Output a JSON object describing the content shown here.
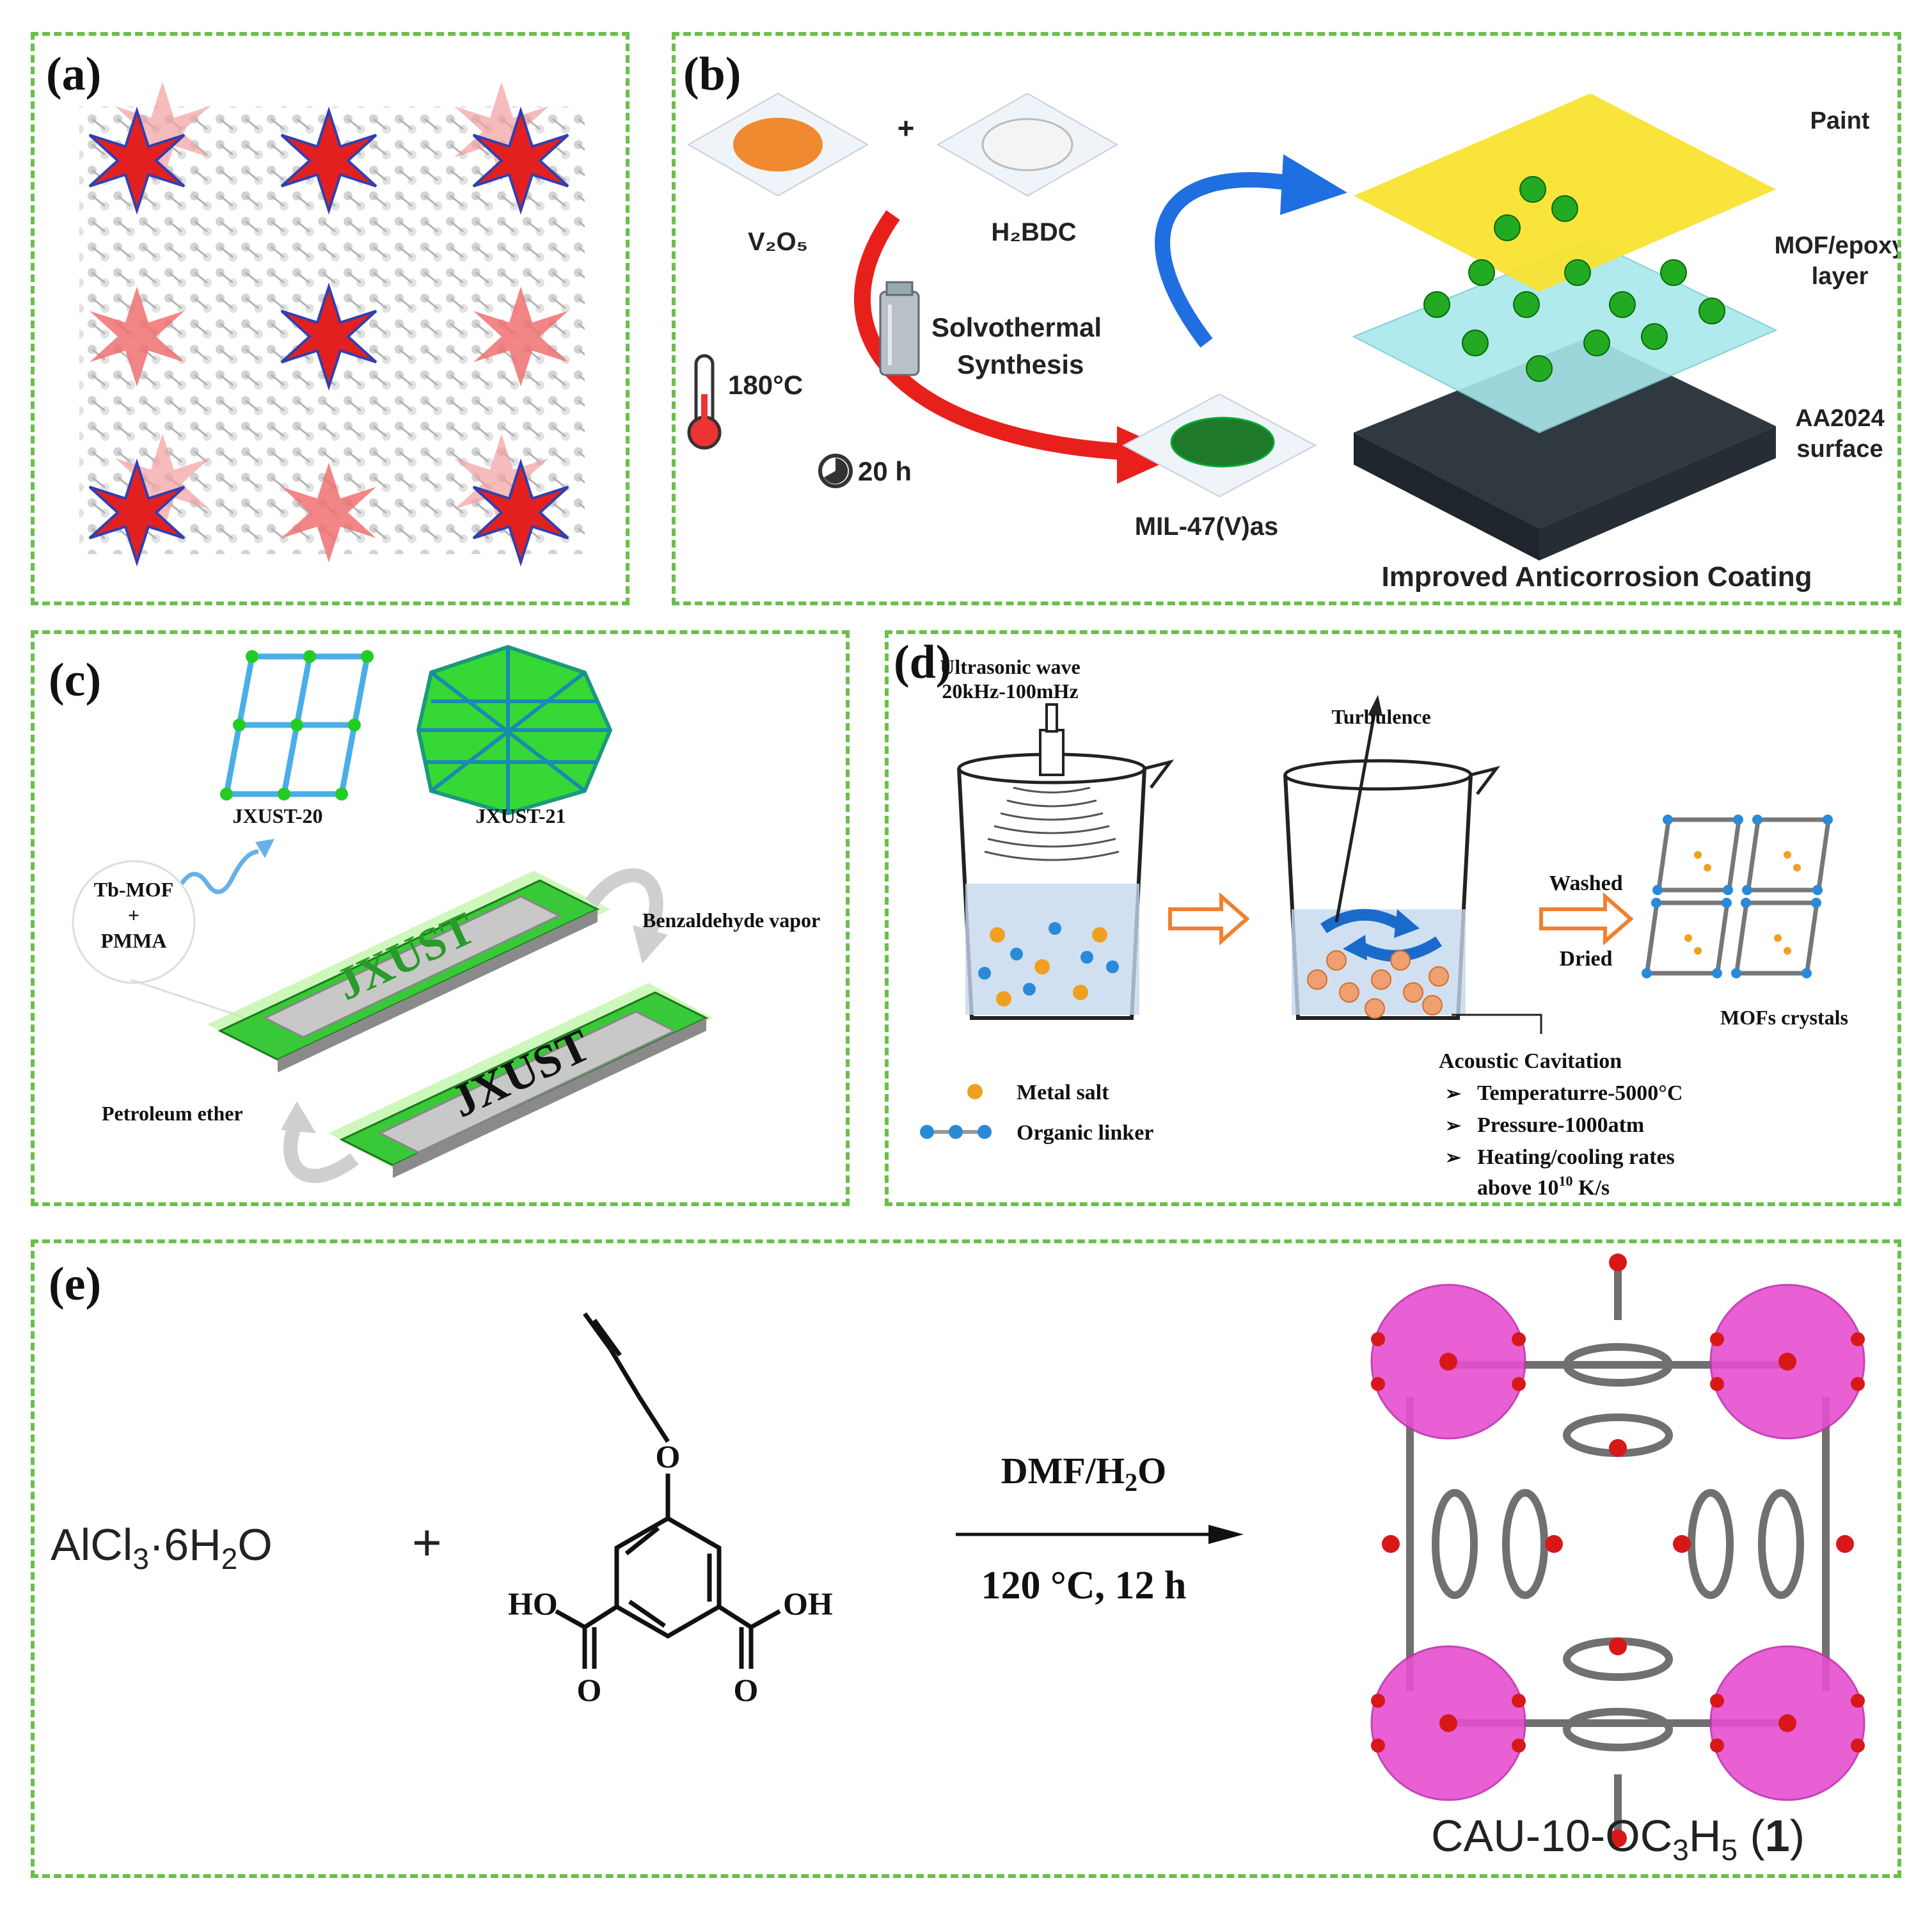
{
  "panels": {
    "a": {
      "label": "(a)"
    },
    "b": {
      "label": "(b)",
      "reagent1": "V₂O₅",
      "plus": "+",
      "reagent2": "H₂BDC",
      "temperature": "180°C",
      "time": "20 h",
      "method_line1": "Solvothermal",
      "method_line2": "Synthesis",
      "product": "MIL-47(V)as",
      "layer_paint": "Paint",
      "layer_mof_line1": "MOF/epoxy",
      "layer_mof_line2": "layer",
      "layer_surface_line1": "AA2024",
      "layer_surface_line2": "surface",
      "caption": "Improved Anticorrosion Coating"
    },
    "c": {
      "label": "(c)",
      "mof1": "JXUST-20",
      "mof2": "JXUST-21",
      "film_line1": "Tb-MOF",
      "film_line2": "+",
      "film_line3": "PMMA",
      "vapor": "Benzaldehyde vapor",
      "solvent": "Petroleum ether",
      "plate_text": "JXUST"
    },
    "d": {
      "label": "(d)",
      "wave_line1": "Ultrasonic wave",
      "wave_line2": "20kHz-100mHz",
      "turbulence": "Turbulence",
      "washed": "Washed",
      "dried": "Dried",
      "crystals": "MOFs crystals",
      "legend_metal": "Metal salt",
      "legend_linker": "Organic  linker",
      "cavitation_title": "Acoustic Cavitation",
      "cav_items": [
        "Temperaturre-5000°C",
        "Pressure-1000atm",
        "Heating/cooling rates"
      ],
      "cav_last_prefix": "above 10",
      "cav_last_sup": "10",
      "cav_last_suffix": " K/s",
      "bullet": "➢"
    },
    "e": {
      "label": "(e)",
      "reagent_main": "AlCl",
      "reagent_sub": "3",
      "reagent_dot": "·6H",
      "reagent_sub2": "2",
      "reagent_end": "O",
      "plus": "+",
      "ho": "HO",
      "oh": "OH",
      "o_atom": "O",
      "condition_top_pre": "DMF/H",
      "condition_top_sub": "2",
      "condition_top_post": "O",
      "condition_bottom": "120 °C, 12 h",
      "product_pre": "CAU-10-OC",
      "product_sub1": "3",
      "product_mid": "H",
      "product_sub2": "5",
      "product_num_open": " (",
      "product_num": "1",
      "product_num_close": ")"
    }
  },
  "colors": {
    "border": "#6abf4b",
    "red_node": "#e32020",
    "pink_node": "#e64fd0",
    "green_sphere": "#22aa22",
    "arrow_red": "#e8201c",
    "arrow_blue": "#1f6fe0",
    "arrow_orange": "#f08030",
    "paint_yellow": "#f9e22a",
    "cyan_layer": "#a8e8ec"
  }
}
